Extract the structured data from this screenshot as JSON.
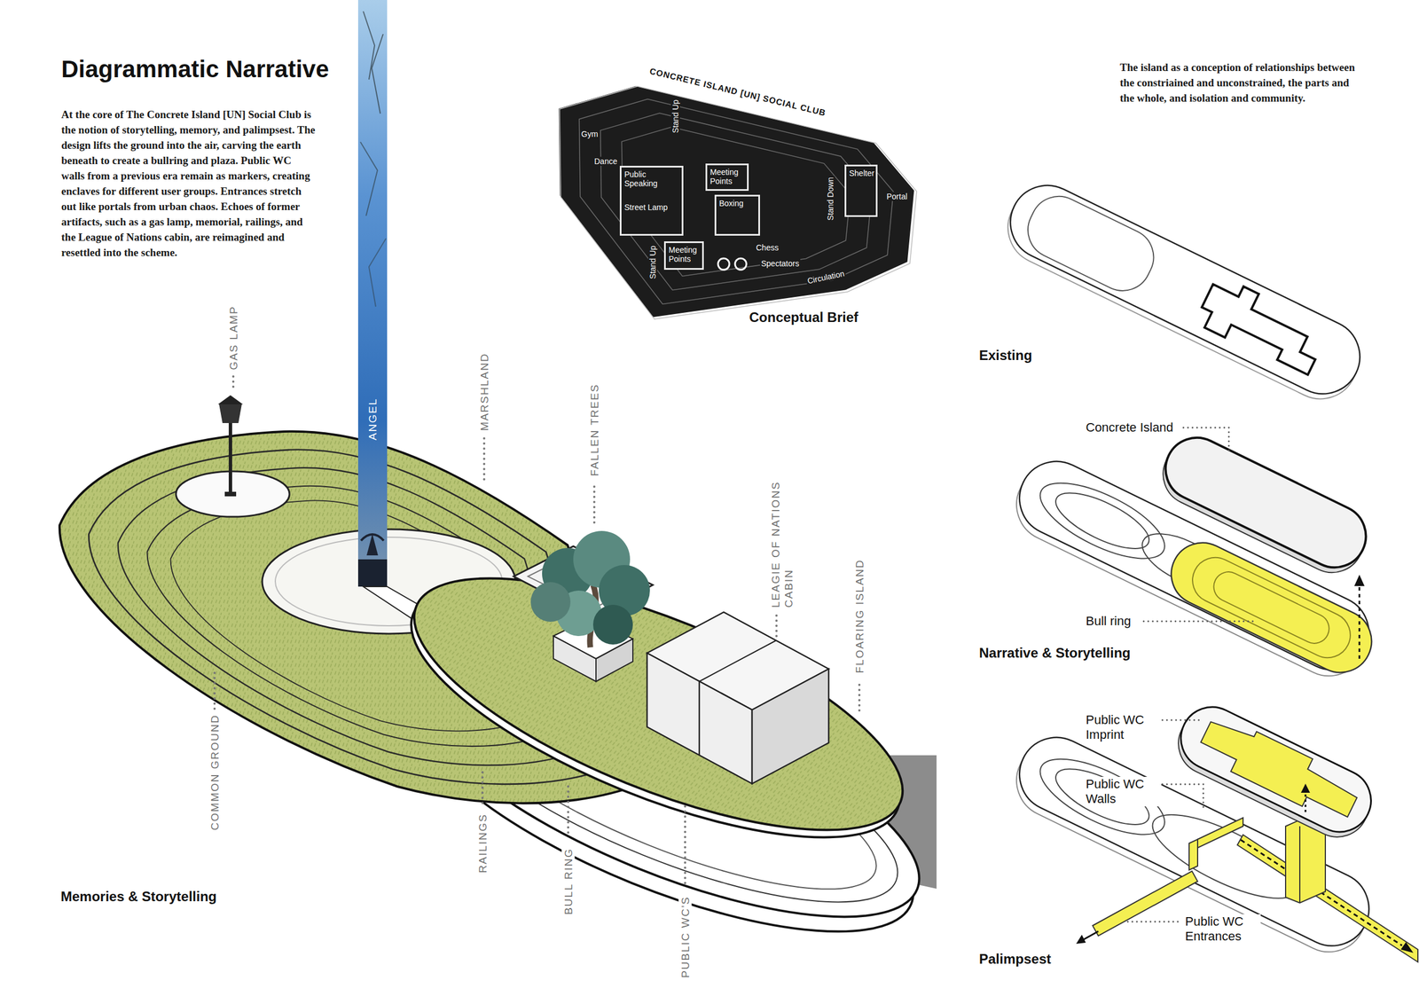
{
  "diagram": {
    "title": "Diagrammatic Narrative",
    "nodes": [
      {
        "text": [
          "CONCRETE ISLAND [UN] SOCIAL CLUB"
        ]
      },
      {
        "text": [
          "Public Speaking",
          "Street Lamp"
        ],
        "in": 0
      },
      {
        "text": [
          "Meeting Points"
        ],
        "in": 0
      },
      {
        "text": [
          "Boxing"
        ],
        "in": 0
      },
      {
        "text": [
          "Shelter"
        ],
        "in": 0
      },
      {
        "text": [
          "Meeting Points"
        ],
        "in": 0
      }
    ],
    "labels": [
      "At the core of The Concrete Island [UN] Social Club is the notion of storytelling, memory, and palimpsest. The design lifts the ground into the air, carving the earth beneath to create a bullring and plaza. Public WC walls from a previous era remain as markers, creating enclaves for different user groups. Entrances stretch out like portals from urban chaos. Echoes of former artifacts, such as a gas lamp, memorial, railings, and the League of Nations cabin, are reimagined and resettled into the scheme.",
      "GAS LAMP",
      "ANGEL",
      "MARSHLAND",
      "FALLEN TREES",
      "LEAGIE OF NATIONS CABIN",
      "FLOARING ISLAND",
      "COMMON GROUND",
      "RAILINGS",
      "BULL RING",
      "PUBLIC WC'S",
      "Memories & Storytelling",
      "Gym",
      "Dance",
      "Stand Up",
      "Stand Down",
      "Portal",
      "Stand Up",
      "Chess",
      "Spectators",
      "Circulation",
      "Conceptual Brief",
      "The island as a conception of relationships between the constriained and unconstrained, the parts and the whole, and isolation and community.",
      "Existing",
      "Concrete Island",
      "Bull ring",
      "Narrative & Storytelling",
      "Public WC Imprint",
      "Public WC Walls",
      "Public WC Entrances",
      "Palimpsest"
    ]
  }
}
